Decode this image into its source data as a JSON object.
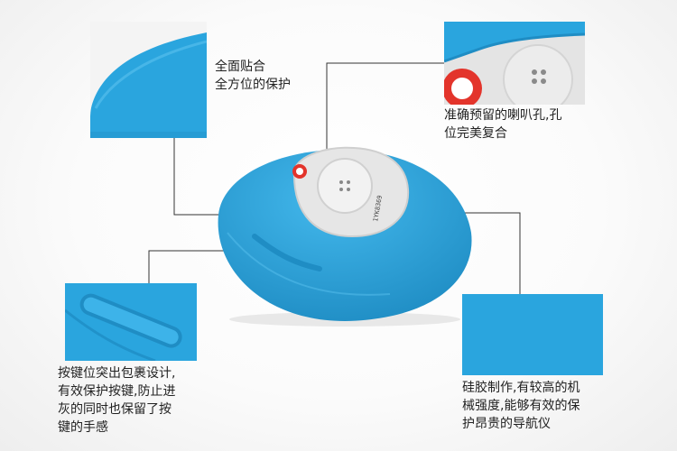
{
  "callouts": {
    "full_fit": "全面贴合\n全方位的保护",
    "speaker_hole": "准确预留的喇叭孔,孔\n位完美复合",
    "buttons": "按键位突出包裹设计,\n有效保护按键,防止进\n灰的同时也保留了按\n键的手感",
    "silicone": "硅胶制作,有较高的机\n械强度,能够有效的保\n护昂贵的导航仪"
  },
  "product": {
    "serial": "1YK8369"
  },
  "colors": {
    "silicone": "#2aa5de",
    "silicone_dark": "#1f8dc4",
    "device_face": "#e6e6e6",
    "leader_line": "#333333",
    "logo_red": "#e3342b"
  }
}
